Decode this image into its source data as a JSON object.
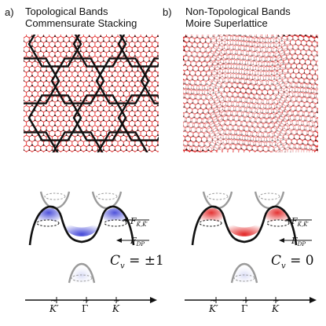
{
  "panels": [
    {
      "letter": "a)",
      "title_line1": "Topological Bands",
      "title_line2": "Commensurate Stacking",
      "force_label_top": "F",
      "force_label_top_sub": "K̃,K̃′",
      "force_label_bottom": "F",
      "force_label_bottom_sub": "DP",
      "chern_symbol": "C",
      "chern_sub": "v",
      "chern_value": "= ±1",
      "lower_band_color": "#3b3fd6"
    },
    {
      "letter": "b)",
      "title_line1": "Non-Topological Bands",
      "title_line2": "Moire Superlattice",
      "force_label_top": "F",
      "force_label_top_sub": "K̃,K̃′",
      "force_label_bottom": "F",
      "force_label_bottom_sub": "DP",
      "chern_symbol": "C",
      "chern_sub": "v",
      "chern_value": "= 0",
      "lower_band_color": "#e11b1b"
    }
  ],
  "axis_ticks": [
    "K′",
    "Γ",
    "K"
  ],
  "colors": {
    "lattice_red": "#e03030",
    "lattice_black": "#111111",
    "band_gray": "#9a9a9a",
    "band_black": "#111111",
    "blue_fill": "#3b3fd6",
    "red_fill": "#e11b1b"
  }
}
